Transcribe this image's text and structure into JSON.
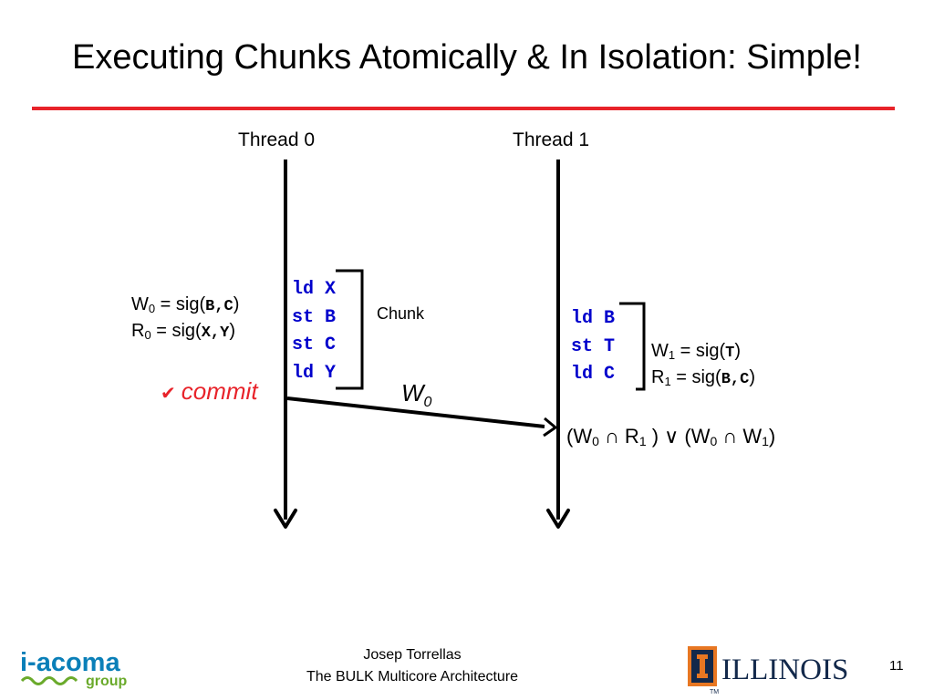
{
  "colors": {
    "accent_red": "#e8232a",
    "code_blue": "#0000cc",
    "line": "#000000",
    "illinois_orange": "#e87722",
    "illinois_navy": "#13294b",
    "acoma_blue": "#0a7fb8",
    "acoma_green": "#6aaa2b"
  },
  "slide": {
    "title": "Executing Chunks Atomically & In Isolation: Simple!",
    "page_number": "11"
  },
  "diagram": {
    "thread0": {
      "label": "Thread 0",
      "code": [
        "ld X",
        "st B",
        "st C",
        "ld Y"
      ],
      "write_sig": {
        "prefix": "W",
        "sub": "0",
        "eq": " = sig(",
        "arg": "B,C",
        "close": ")"
      },
      "read_sig": {
        "prefix": "R",
        "sub": "0",
        "eq": " = sig(",
        "arg": "X,Y",
        "close": ")"
      }
    },
    "thread1": {
      "label": "Thread 1",
      "code": [
        "ld B",
        "st T",
        "ld C"
      ],
      "write_sig": {
        "prefix": "W",
        "sub": "1",
        "eq": " = sig(",
        "arg": "T",
        "close": ")"
      },
      "read_sig": {
        "prefix": "R",
        "sub": "1",
        "eq": " = sig(",
        "arg": "B,C",
        "close": ")"
      }
    },
    "chunk_label": "Chunk",
    "commit": {
      "check": "✔",
      "text": "commit"
    },
    "message": {
      "prefix": "W",
      "sub": "0"
    },
    "conflict": {
      "p1": "(W",
      "s1": "0",
      "p2": " ∩ R",
      "s2": "1",
      "p3": " ) ∨ (W",
      "s3": "0",
      "p4": " ∩ W",
      "s4": "1",
      "p5": ")"
    }
  },
  "footer": {
    "author": "Josep Torrellas",
    "talk": "The BULK Multicore Architecture",
    "logo_left": {
      "brand": "i-acoma",
      "tag": "group"
    },
    "logo_right": {
      "brand": "ILLINOIS",
      "tm": "TM"
    }
  }
}
